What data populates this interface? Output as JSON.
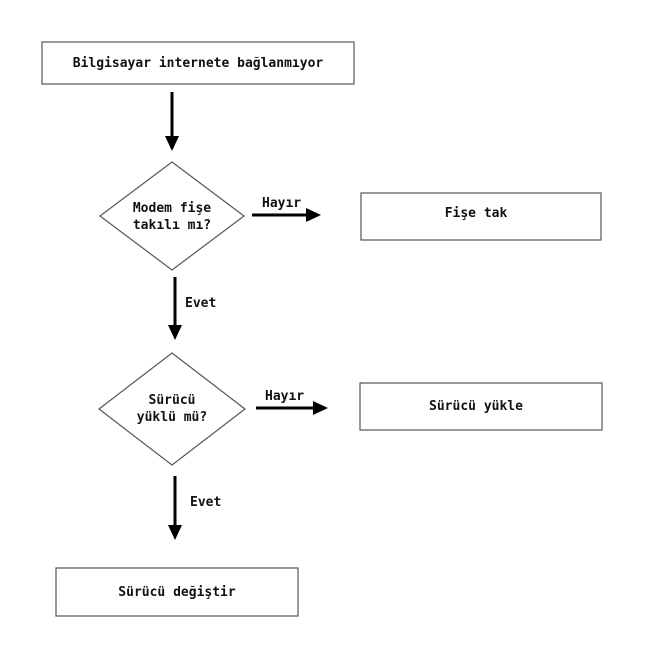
{
  "diagram": {
    "nodes": {
      "start": "Bilgisayar internete bağlanmıyor",
      "q1_line1": "Modem fişe",
      "q1_line2": "takılı mı?",
      "action1": "Fişe tak",
      "q2_line1": "Sürücü",
      "q2_line2": "yüklü mü?",
      "action2": "Sürücü yükle",
      "end": "Sürücü değiştir"
    },
    "edges": {
      "q1_no": "Hayır",
      "q1_yes": "Evet",
      "q2_no": "Hayır",
      "q2_yes": "Evet"
    },
    "colors": {
      "stroke": "#555555",
      "arrow": "#000000",
      "text": "#111111"
    }
  }
}
